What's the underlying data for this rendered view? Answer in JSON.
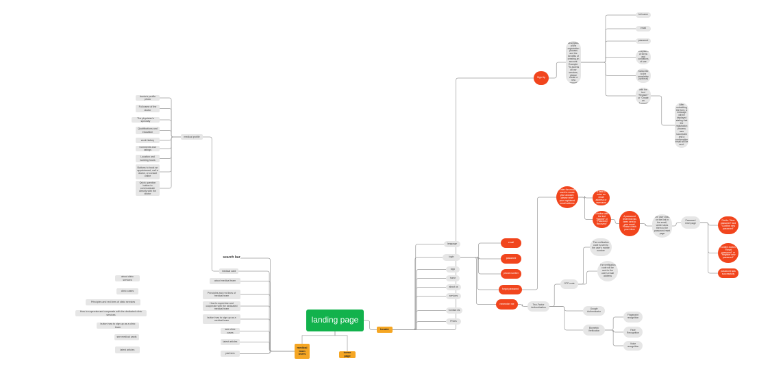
{
  "diagram": {
    "root_label": "landing page",
    "header_label": "header",
    "home_page_label": "home page",
    "medical_team_users_label": "medical team users",
    "header_items": [
      "language",
      "login",
      "logo",
      "home",
      "about us",
      "services",
      "Contact Us",
      "Prices"
    ],
    "sign_up": {
      "label": "Sign Up",
      "description": "A brief description of the registration process and the benefits of creating an account. Example: \"To access all our services, please create a new account\".",
      "fields": [
        "full name",
        "email",
        "password",
        "Acceptance of terms and conditions of use",
        "Subscribe to the newsletter (optional)",
        "A button with the text \"Register\" or \"Create an Account\""
      ],
      "after_message": "After submitting the form, a message will be displayed stating that the registration process was successful and a confirmation email will be sent."
    },
    "login": {
      "methods": [
        "email",
        "password",
        "phone number",
        "forgot password",
        "remember me"
      ],
      "forgot_flow": {
        "enter_prompt": "Enter the email used to create your account, please enter your registered email address",
        "email_box": "A field to enter an email address or username",
        "send_button": "A button with the text \"Submit\" or \"Password Recovery\"",
        "sent_notice": "A password reset link has been sent to your email. Please check your inbox",
        "user_clicks": "The user clicks on the link in the email, which takes them to the password reset page",
        "reset_page": "Password reset page",
        "new_password": "Fields: \"New password\" and \"Confirm new password\"",
        "confirm_button": "Confirm button: \"Reset password\" or \"Register new password\"",
        "done": "password was successfully"
      },
      "two_factor": {
        "label": "Two-Factor Authentication",
        "otp_label": "OTP code",
        "otp_mobile": "The verification code is sent to the user's mobile number",
        "otp_email": "The verification code will be sent to the user's email address",
        "google_auth": "Google Authenticator",
        "biometric_label": "Biometric Verification",
        "biometric_items": [
          "Fingerprint recognition",
          "Face Recognition",
          "Voice recognition"
        ]
      }
    },
    "medical_team": {
      "search_bar": "search bar",
      "medical_card": "medical card",
      "about_team": "about medical team",
      "principles": "Principles and red lines of medical team",
      "supervise": "How to supervise and cooperate with the dedicated medical team",
      "sign_up_team": "button how to sign up as a medical team",
      "success_stories": "see clinic cases",
      "latest_articles": "latest articles",
      "partners": "partners",
      "profile_header": "medical profile",
      "profile_items": [
        "doctor's profile photo",
        "Full name of the doctor",
        "The physician's specialty",
        "Qualifications and education",
        "work history",
        "Comments and ratings",
        "Location and working hours",
        "Buttons to book an appointment, call a doctor, or consult online",
        "Quick question button to communicate directly with the doctor"
      ]
    },
    "standalone_items": [
      "about clinic services",
      "clinic cases",
      "Principles and red lines of clinic services",
      "How to supervise and cooperate with the dedicated clinic services",
      "button how to sign up as a clinic team",
      "see medical cards",
      "latest articles"
    ]
  }
}
